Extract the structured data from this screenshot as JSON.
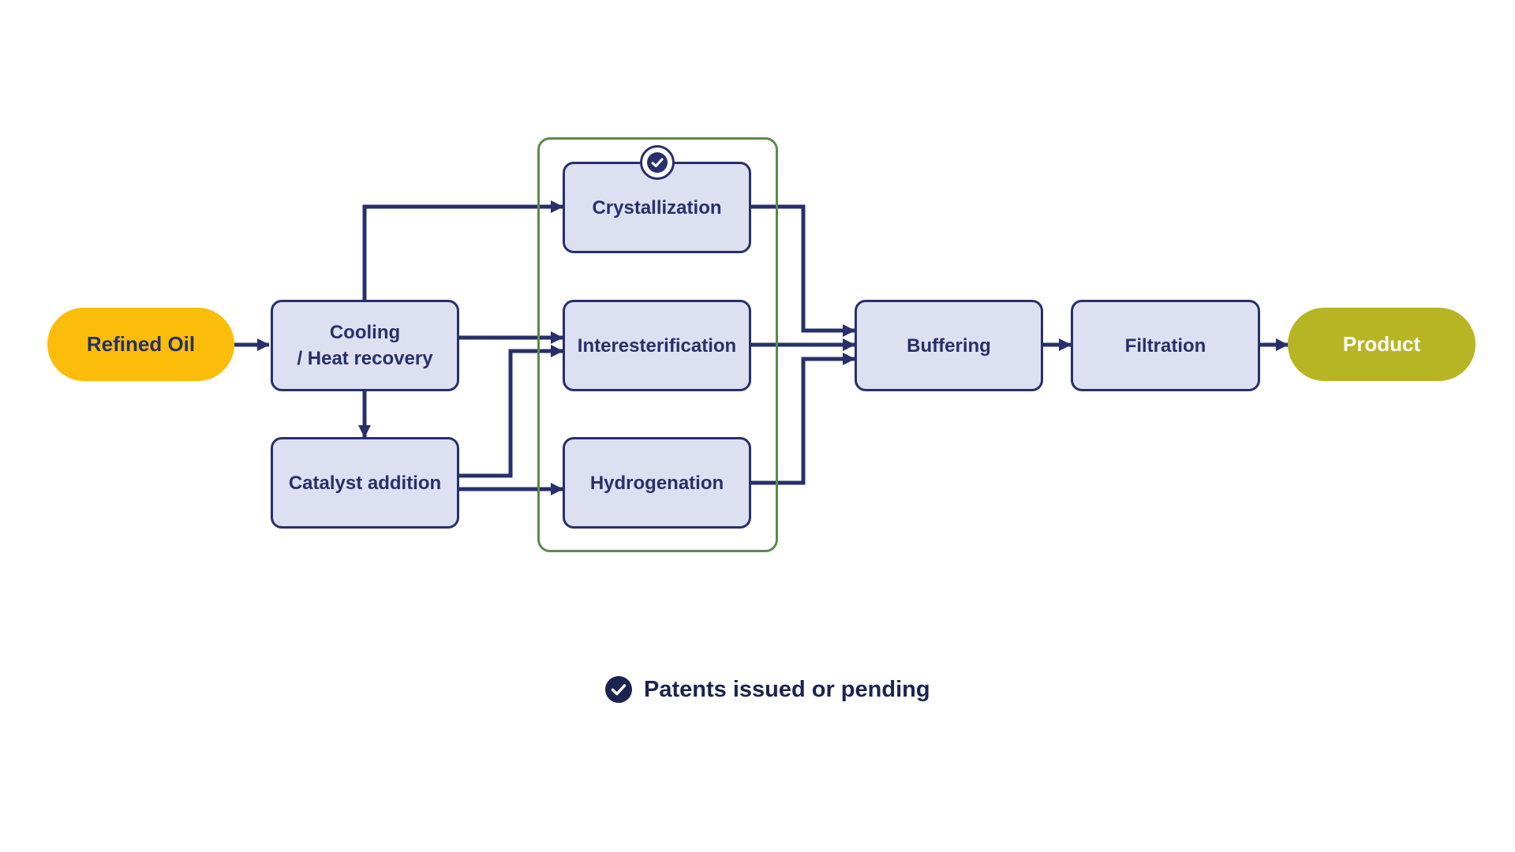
{
  "diagram": {
    "nodes": {
      "refined_oil": "Refined Oil",
      "cooling_line1": "Cooling",
      "cooling_line2": "/ Heat recovery",
      "catalyst": "Catalyst addition",
      "crystallization": "Crystallization",
      "interesterification": "Interesterification",
      "hydrogenation": "Hydrogenation",
      "buffering": "Buffering",
      "filtration": "Filtration",
      "product": "Product"
    },
    "legend": {
      "icon": "patent-check-badge-icon",
      "label": "Patents issued or pending"
    }
  },
  "colors": {
    "process_fill": "#dde0f1",
    "process_border": "#27306a",
    "arrow": "#27306a",
    "refined_oil_fill": "#fbbd0a",
    "product_fill": "#b8b525",
    "group_border": "#5b8a4a",
    "text_dark": "#1b2350"
  }
}
